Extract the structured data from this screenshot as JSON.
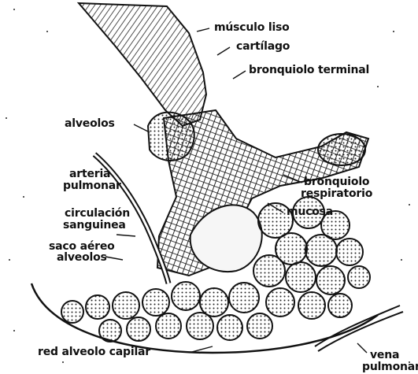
{
  "diagram": {
    "labels": {
      "musculo_liso": "músculo liso",
      "cartilago": "cartílago",
      "bronquiolo_terminal": "bronquiolo terminal",
      "alveolos": "alveolos",
      "arteria_pulmonar_l1": "arteria",
      "arteria_pulmonar_l2": "pulmonar",
      "circulacion_l1": "circulación",
      "circulacion_l2": "sanguinea",
      "saco_aereo": "saco aéreo",
      "alveolos_2": "alveolos",
      "bronquiolo_resp_l1": "bronquiolo",
      "bronquiolo_resp_l2": "respiratorio",
      "mucosa": "mucosa",
      "red_alveolo_capilar": "red alveolo capilar",
      "vena_pulmonar_l1": "vena",
      "vena_pulmonar_l2": "pulmonar"
    }
  }
}
